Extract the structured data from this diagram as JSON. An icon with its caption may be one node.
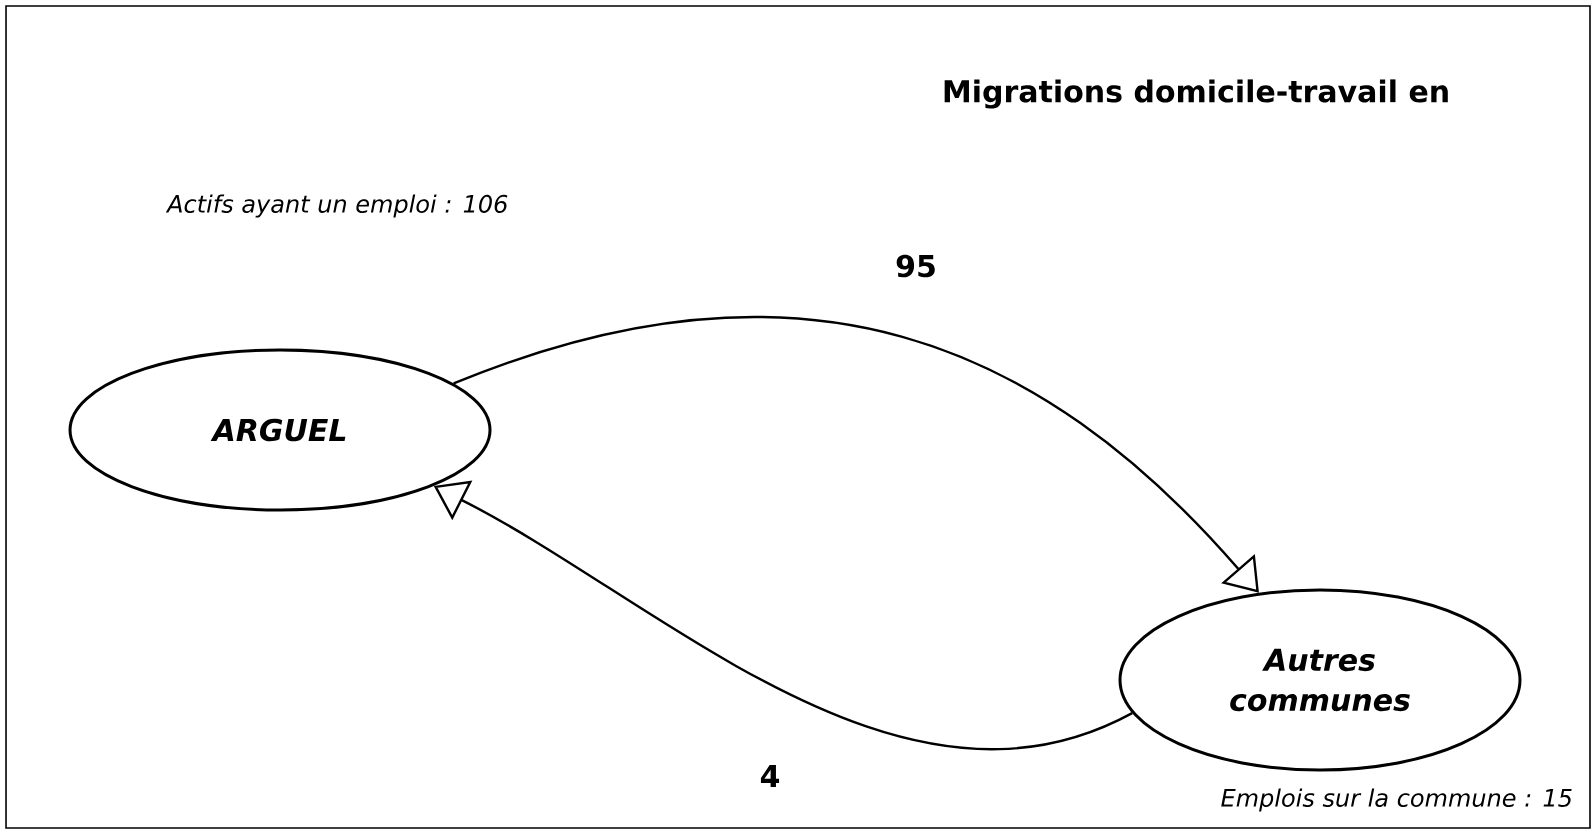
{
  "diagram": {
    "title": "Migrations domicile-travail en",
    "nodes": [
      {
        "text": [
          "ARGUEL"
        ]
      },
      {
        "text": [
          "Autres communes"
        ]
      }
    ],
    "edges": [
      {
        "from": 0,
        "to": 1,
        "arrow": "to",
        "label": "95"
      },
      {
        "from": 1,
        "to": 0,
        "arrow": "to",
        "label": "4"
      }
    ],
    "labels": [
      "Actifs ayant un emploi : 106",
      "Emplois sur la commune : 15"
    ]
  }
}
